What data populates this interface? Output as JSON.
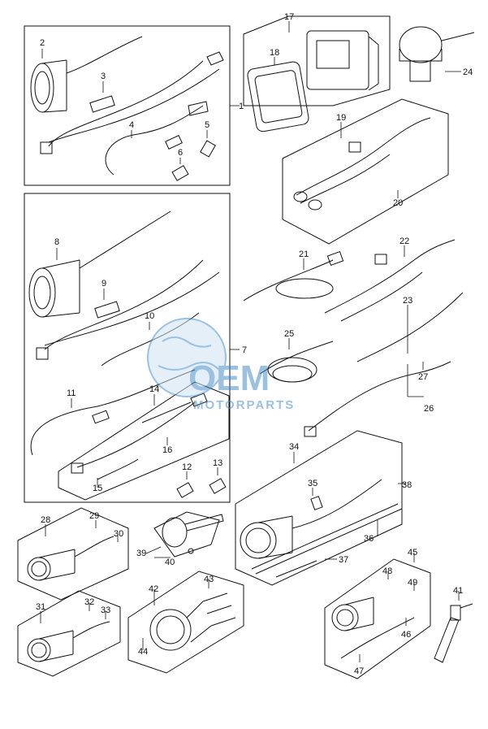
{
  "callouts": {
    "n1": "1",
    "n2": "2",
    "n3": "3",
    "n4": "4",
    "n5": "5",
    "n6": "6",
    "n7": "7",
    "n8": "8",
    "n9": "9",
    "n10": "10",
    "n11": "11",
    "n12": "12",
    "n13": "13",
    "n14": "14",
    "n15": "15",
    "n16": "16",
    "n17": "17",
    "n18": "18",
    "n19": "19",
    "n20": "20",
    "n21": "21",
    "n22": "22",
    "n23": "23",
    "n24": "24",
    "n25": "25",
    "n26": "26",
    "n27": "27",
    "n28": "28",
    "n29": "29",
    "n30": "30",
    "n31": "31",
    "n32": "32",
    "n33": "33",
    "n34": "34",
    "n35": "35",
    "n36": "36",
    "n37": "37",
    "n38": "38",
    "n39": "39",
    "n40": "40",
    "n41": "41",
    "n42": "42",
    "n43": "43",
    "n44": "44",
    "n45": "45",
    "n46": "46",
    "n47": "47",
    "n48": "48",
    "n49": "49"
  },
  "watermark": {
    "brand": "OEM",
    "sub": "MOTORPARTS",
    "color": "#4a90c8"
  }
}
